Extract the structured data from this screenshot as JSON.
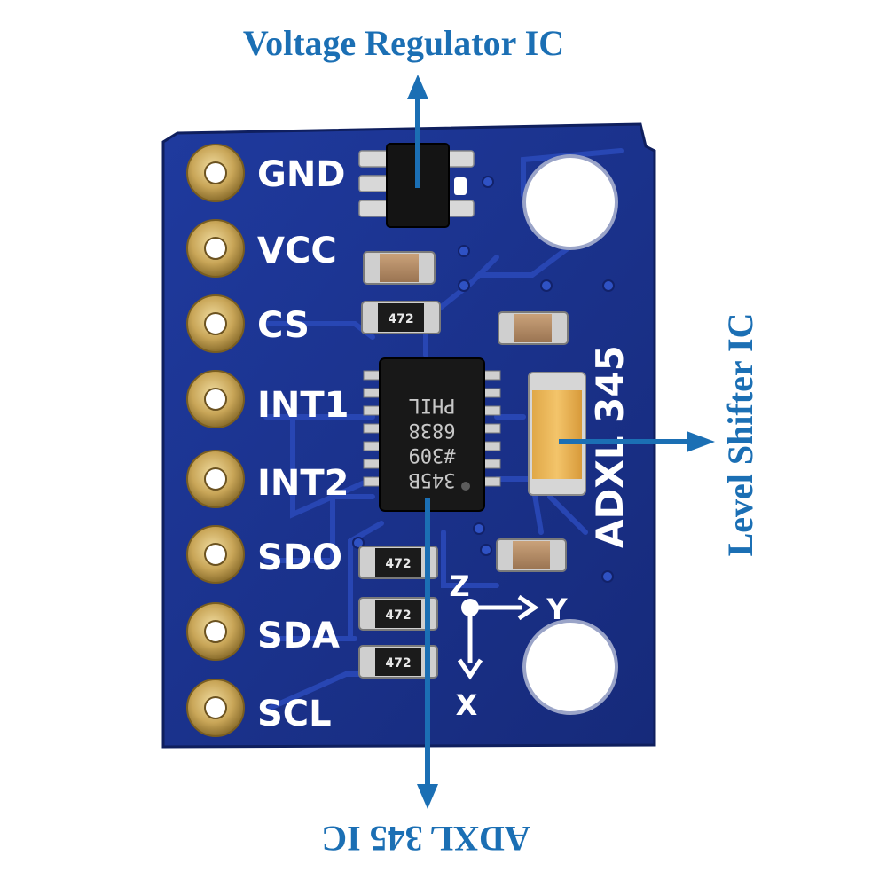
{
  "callouts": {
    "voltage_regulator": "Voltage Regulator IC",
    "level_shifter": "Level Shifter IC",
    "adxl_ic": "ADXL 345 IC"
  },
  "board": {
    "name": "ADXL 345",
    "pins": [
      {
        "label": "GND"
      },
      {
        "label": "VCC"
      },
      {
        "label": "CS"
      },
      {
        "label": "INT1"
      },
      {
        "label": "INT2"
      },
      {
        "label": "SDO"
      },
      {
        "label": "SDA"
      },
      {
        "label": "SCL"
      }
    ],
    "chip_marking": [
      "345B",
      "#309",
      "6838",
      "PHIL"
    ],
    "resistor_code": "472",
    "axes": {
      "z": "Z",
      "y": "Y",
      "x": "X"
    }
  },
  "colors": {
    "board": "#1a2f8c",
    "callout": "#1b6fb4",
    "pad": "#c7a95a"
  }
}
